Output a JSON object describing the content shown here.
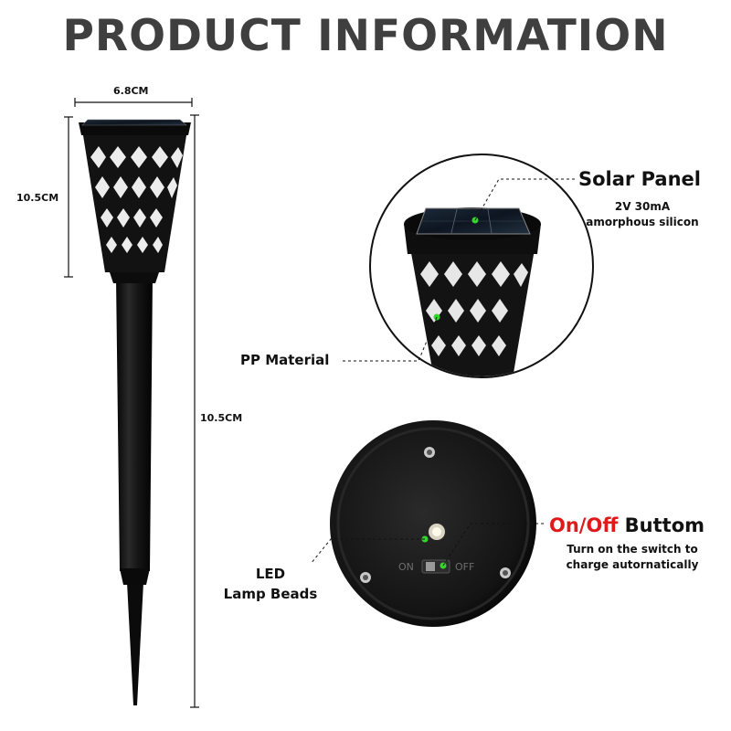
{
  "title": "PRODUCT INFORMATION",
  "dimensions": {
    "width_label": "6.8CM",
    "head_height_label": "10.5CM",
    "total_height_label": "10.5CM"
  },
  "callouts": {
    "solar_panel": {
      "title": "Solar Panel",
      "spec_line1": "2V 30mA",
      "spec_line2": "amorphous silicon"
    },
    "pp_material": {
      "title": "PP Material"
    },
    "on_off": {
      "title_red": "On/Off",
      "title_black": "Buttom",
      "desc_line1": "Turn on the switch to",
      "desc_line2": "charge autornatically"
    },
    "led": {
      "line1": "LED",
      "line2": "Lamp Beads"
    },
    "switch_labels": {
      "on": "ON",
      "off": "OFF"
    }
  },
  "colors": {
    "title": "#3f3f3f",
    "accent_red": "#e01a1a",
    "marker_green": "#35d62b",
    "product_black": "#141414"
  }
}
